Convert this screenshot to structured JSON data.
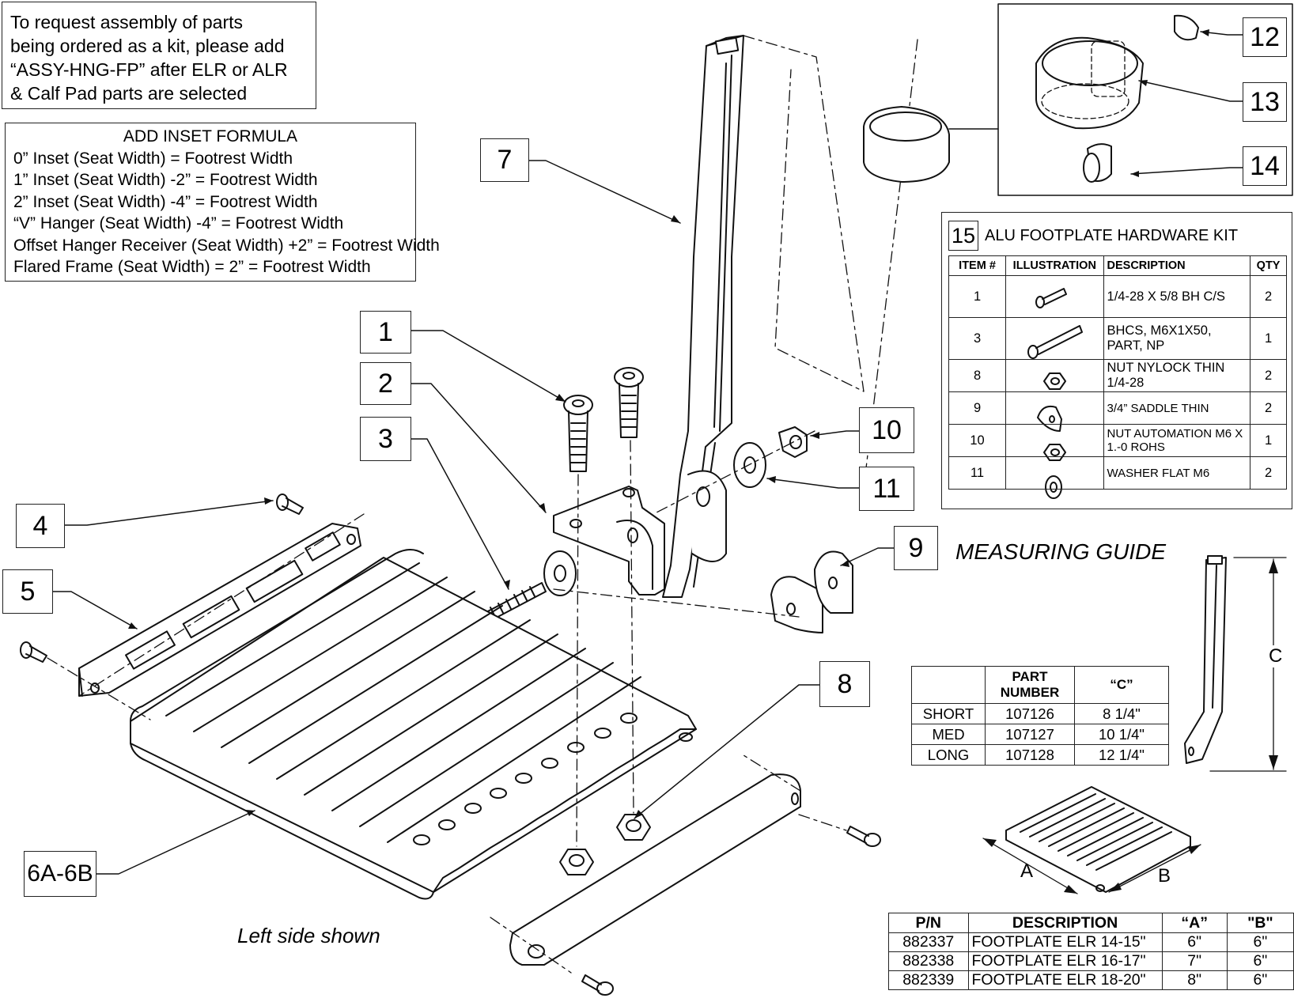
{
  "notes": {
    "kit_request": [
      "To request assembly of parts",
      "being ordered as a kit, please add",
      "“ASSY-HNG-FP” after ELR or ALR",
      "& Calf Pad parts are selected"
    ]
  },
  "inset_formula": {
    "title": "ADD INSET FORMULA",
    "lines": [
      "0” Inset (Seat Width) = Footrest Width",
      "1” Inset (Seat Width) -2” = Footrest Width",
      "2” Inset (Seat Width) -4” = Footrest Width",
      "“V” Hanger (Seat Width) -4” = Footrest Width",
      "Offset Hanger Receiver (Seat Width) +2” = Footrest Width",
      "Flared Frame (Seat Width) = 2” = Footrest Width"
    ]
  },
  "callouts": [
    "1",
    "2",
    "3",
    "4",
    "5",
    "6A-6B",
    "7",
    "8",
    "9",
    "10",
    "11",
    "12",
    "13",
    "14"
  ],
  "captions": {
    "left_side": "Left side shown",
    "measuring_guide": "MEASURING GUIDE",
    "dim_a": "A",
    "dim_b": "B",
    "dim_c": "C"
  },
  "hardware_kit": {
    "number": "15",
    "title": "ALU FOOTPLATE HARDWARE KIT",
    "headers": [
      "ITEM #",
      "ILLUSTRATION",
      "DESCRIPTION",
      "QTY"
    ],
    "rows": [
      {
        "item": "1",
        "icon": "button-head-screw-icon",
        "desc": "1/4-28 X 5/8 BH C/S",
        "qty": "2"
      },
      {
        "item": "3",
        "icon": "long-bolt-icon",
        "desc": "BHCS, M6X1X50, PART, NP",
        "qty": "1"
      },
      {
        "item": "8",
        "icon": "nylock-nut-icon",
        "desc": "NUT NYLOCK THIN 1/4-28",
        "qty": "2"
      },
      {
        "item": "9",
        "icon": "saddle-icon",
        "desc": "3/4” SADDLE THIN",
        "qty": "2"
      },
      {
        "item": "10",
        "icon": "hex-nut-icon",
        "desc": "NUT AUTOMATION M6 X 1.-0 ROHS",
        "qty": "1"
      },
      {
        "item": "11",
        "icon": "flat-washer-icon",
        "desc": "WASHER FLAT M6",
        "qty": "2"
      }
    ]
  },
  "hanger_table": {
    "headers": [
      "",
      "PART NUMBER",
      "“C”"
    ],
    "rows": [
      [
        "SHORT",
        "107126",
        "8 1/4\""
      ],
      [
        "MED",
        "107127",
        "10 1/4\""
      ],
      [
        "LONG",
        "107128",
        "12 1/4\""
      ]
    ]
  },
  "footplate_table": {
    "headers": [
      "P/N",
      "DESCRIPTION",
      "“A”",
      "\"B\""
    ],
    "rows": [
      [
        "882337",
        "FOOTPLATE ELR 14-15\"",
        "6\"",
        "6\""
      ],
      [
        "882338",
        "FOOTPLATE ELR 16-17\"",
        "7\"",
        "6\""
      ],
      [
        "882339",
        "FOOTPLATE ELR 18-20\"",
        "8\"",
        "6\""
      ]
    ]
  }
}
